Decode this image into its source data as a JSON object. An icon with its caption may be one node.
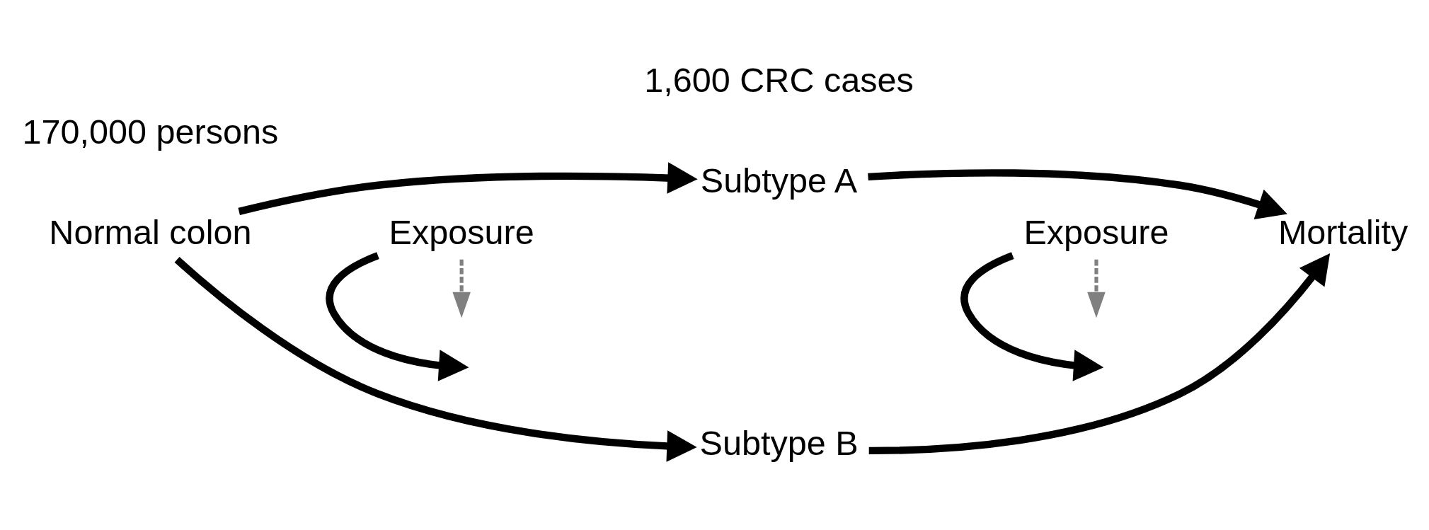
{
  "diagram": {
    "nodes": [
      {
        "text": [
          "Normal colon"
        ]
      },
      {
        "text": [
          "Subtype A"
        ]
      },
      {
        "text": [
          "Subtype B"
        ]
      },
      {
        "text": [
          "Mortality"
        ]
      },
      {
        "text": [
          "Exposure"
        ]
      },
      {
        "text": [
          "Exposure"
        ]
      }
    ],
    "edges": [
      {
        "from": 0,
        "to": 1,
        "arrow": "to"
      },
      {
        "from": 0,
        "to": 2,
        "arrow": "to"
      },
      {
        "from": 4,
        "to": null,
        "arrow": "to"
      },
      {
        "from": 4,
        "to": null,
        "arrow": "to",
        "style": "dashed",
        "color": "#808080"
      },
      {
        "from": 1,
        "to": 3,
        "arrow": "to"
      },
      {
        "from": 2,
        "to": 3,
        "arrow": "to"
      },
      {
        "from": 5,
        "to": null,
        "arrow": "to"
      },
      {
        "from": 5,
        "to": null,
        "arrow": "to",
        "style": "dashed",
        "color": "#808080"
      }
    ],
    "labels": [
      "170,000 persons",
      "1,600 CRC cases"
    ]
  }
}
